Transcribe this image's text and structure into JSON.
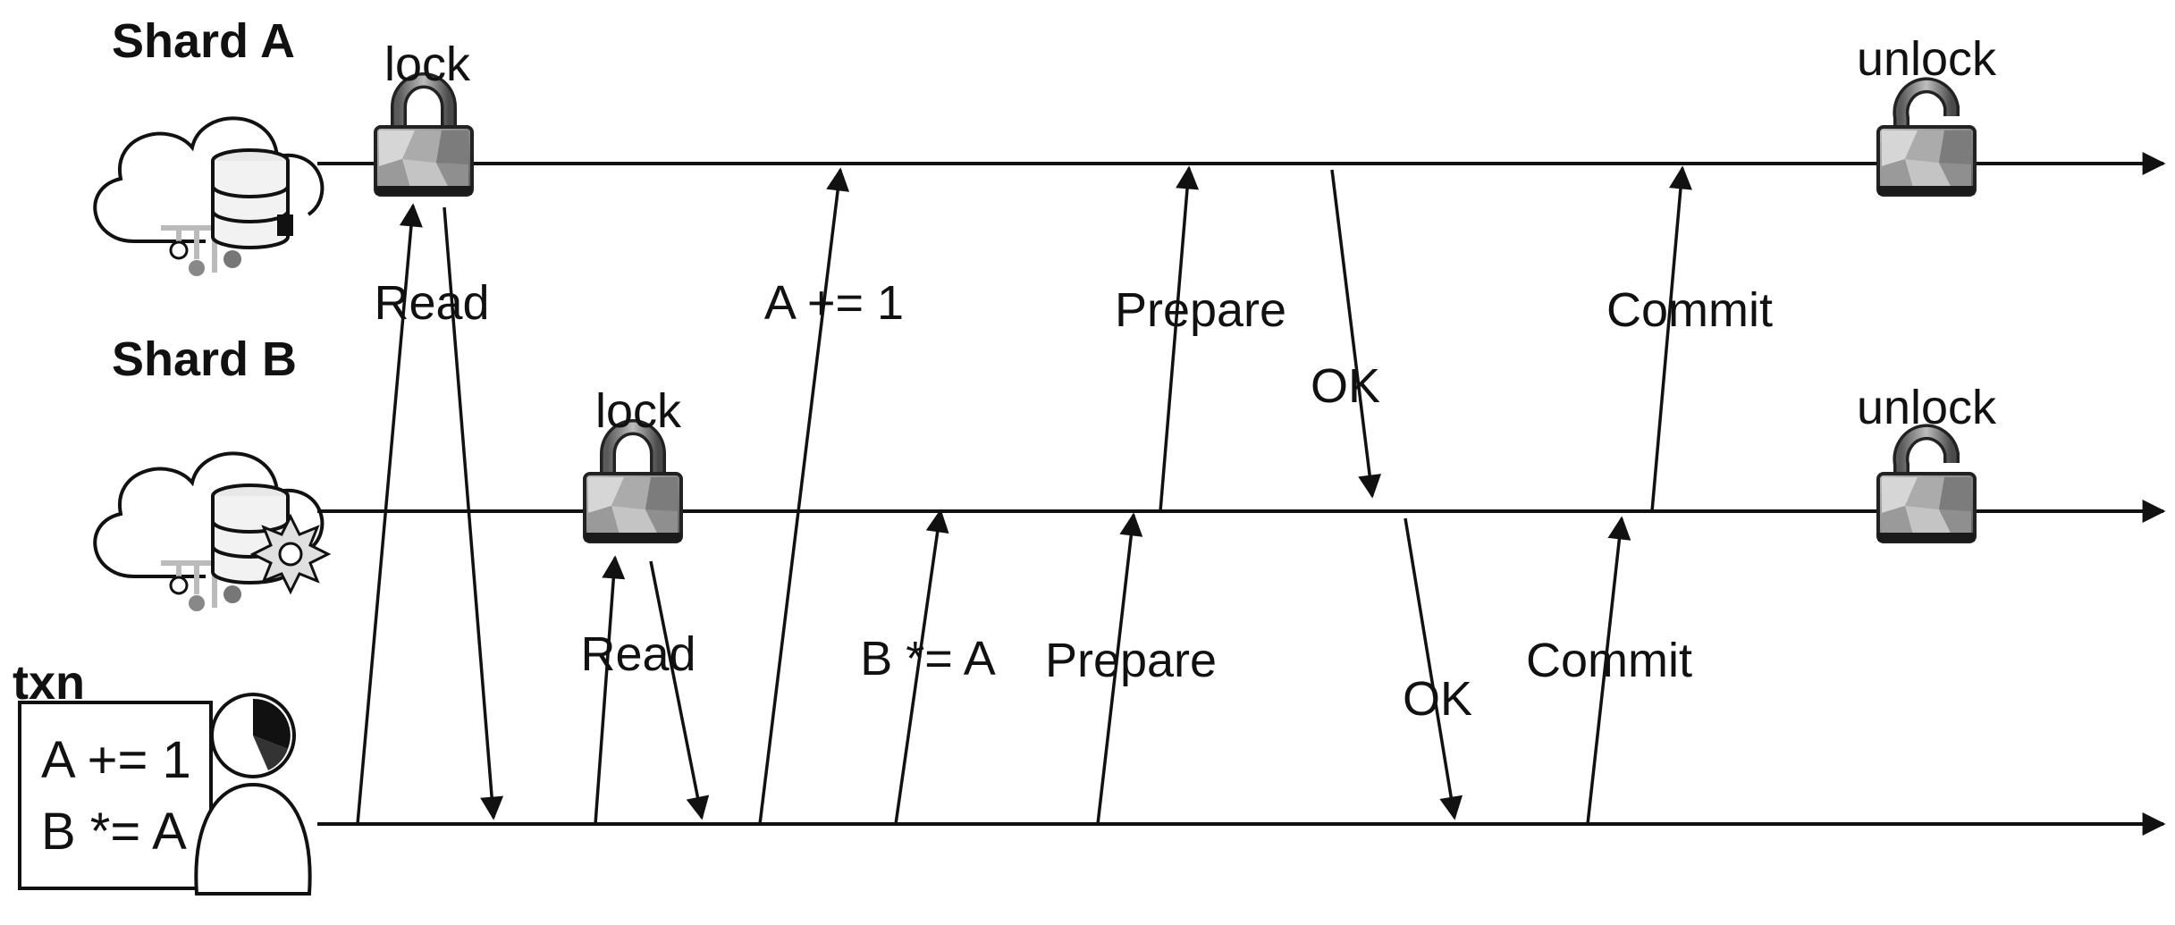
{
  "parties": {
    "shard_a": "Shard A",
    "shard_b": "Shard B",
    "txn": "txn"
  },
  "txn_code": [
    "A += 1",
    "B *= A"
  ],
  "lock_labels": {
    "a_lock": "lock",
    "a_unlock": "unlock",
    "b_lock": "lock",
    "b_unlock": "unlock"
  },
  "messages": [
    {
      "id": "m1",
      "label": "Read",
      "from": "txn",
      "to": "Shard A"
    },
    {
      "id": "m2",
      "label": "",
      "from": "Shard A",
      "to": "txn"
    },
    {
      "id": "m3",
      "label": "Read",
      "from": "txn",
      "to": "Shard B"
    },
    {
      "id": "m4",
      "label": "",
      "from": "Shard B",
      "to": "txn"
    },
    {
      "id": "m5",
      "label": "A += 1",
      "from": "txn",
      "to": "Shard A"
    },
    {
      "id": "m6",
      "label": "B *= A",
      "from": "txn",
      "to": "Shard B"
    },
    {
      "id": "m7",
      "label": "Prepare",
      "from": "txn",
      "to": "Shard B"
    },
    {
      "id": "m8",
      "label": "Prepare",
      "from": "Shard B",
      "to": "Shard A"
    },
    {
      "id": "m9",
      "label": "OK",
      "from": "Shard A",
      "to": "Shard B"
    },
    {
      "id": "m10",
      "label": "OK",
      "from": "Shard B",
      "to": "txn"
    },
    {
      "id": "m11",
      "label": "Commit",
      "from": "txn",
      "to": "Shard B"
    },
    {
      "id": "m12",
      "label": "Commit",
      "from": "Shard B",
      "to": "Shard A"
    }
  ],
  "icons": {
    "shard_a": "cloud-database-icon",
    "shard_b": "cloud-database-gear-icon",
    "txn": "user-clock-icon",
    "lock": "padlock-closed-icon",
    "unlock": "padlock-open-icon"
  }
}
